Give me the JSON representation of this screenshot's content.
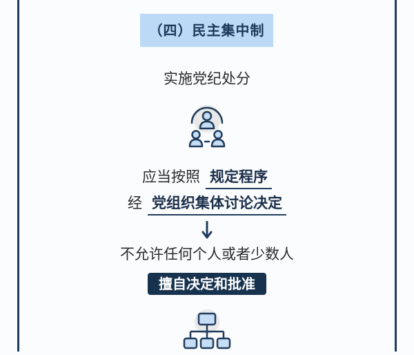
{
  "header": {
    "section_label": "（四）民主集中制"
  },
  "content": {
    "line1": "实施党纪处分",
    "row1_prefix": "应当按照",
    "row1_emphasis": "规定程序",
    "row2_prefix": "经",
    "row2_emphasis": "党组织集体讨论决定",
    "line2": "不允许任何个人或者少数人",
    "badge": "擅自决定和批准"
  },
  "colors": {
    "frame": "#1f3b5c",
    "tag_bg": "#bcdaf5",
    "badge_bg": "#17324f",
    "icon_fill": "#c6def5"
  },
  "icons": {
    "top": "group-people-icon",
    "arrow": "arrow-down-icon",
    "bottom": "org-chart-icon"
  }
}
